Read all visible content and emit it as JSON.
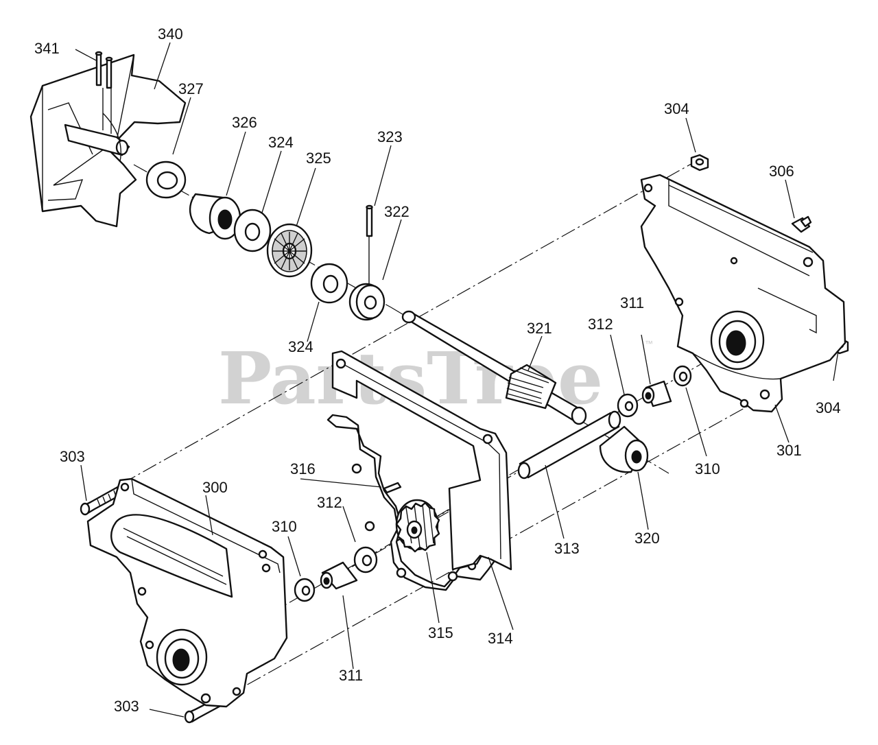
{
  "watermark": {
    "text": "PartsTree",
    "trademark": "™"
  },
  "labels": {
    "p300": "300",
    "p301": "301",
    "p303a": "303",
    "p303b": "303",
    "p304a": "304",
    "p304b": "304",
    "p306": "306",
    "p310a": "310",
    "p310b": "310",
    "p311a": "311",
    "p311b": "311",
    "p312a": "312",
    "p312b": "312",
    "p313": "313",
    "p314": "314",
    "p315": "315",
    "p316": "316",
    "p320": "320",
    "p321": "321",
    "p322": "322",
    "p323": "323",
    "p324a": "324",
    "p324b": "324",
    "p325": "325",
    "p326": "326",
    "p327": "327",
    "p340": "340",
    "p341": "341"
  }
}
